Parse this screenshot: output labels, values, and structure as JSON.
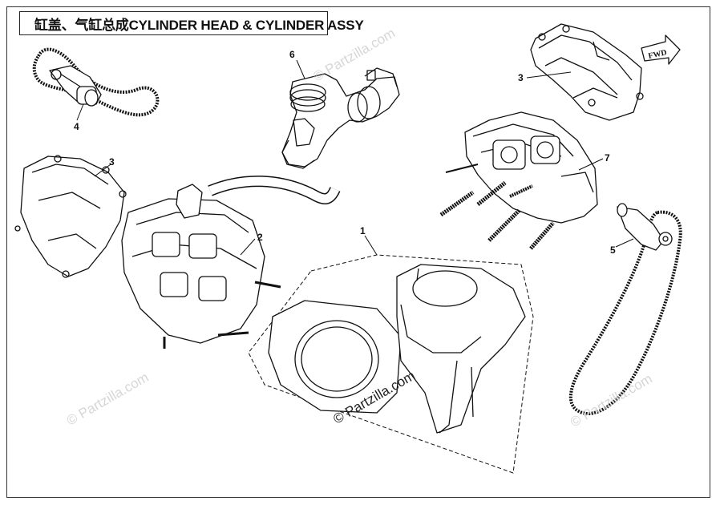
{
  "title": "缸盖、气缸总成CYLINDER HEAD & CYLINDER ASSY",
  "fwd_label": "FWD",
  "watermarks": [
    "© Partzilla.com",
    "© Partzilla.com",
    "© Partzilla.com",
    "© Partzilla.com"
  ],
  "callouts": [
    {
      "id": "cylinder-assy",
      "label": "1"
    },
    {
      "id": "cylinder-head-left",
      "label": "2"
    },
    {
      "id": "cylinder-head-cover-top",
      "label": "3"
    },
    {
      "id": "cylinder-head-cover-left",
      "label": "3"
    },
    {
      "id": "camshaft-chain-left",
      "label": "4"
    },
    {
      "id": "camshaft-chain-right",
      "label": "5"
    },
    {
      "id": "intake-manifold",
      "label": "6"
    },
    {
      "id": "cylinder-head-right",
      "label": "7"
    }
  ]
}
